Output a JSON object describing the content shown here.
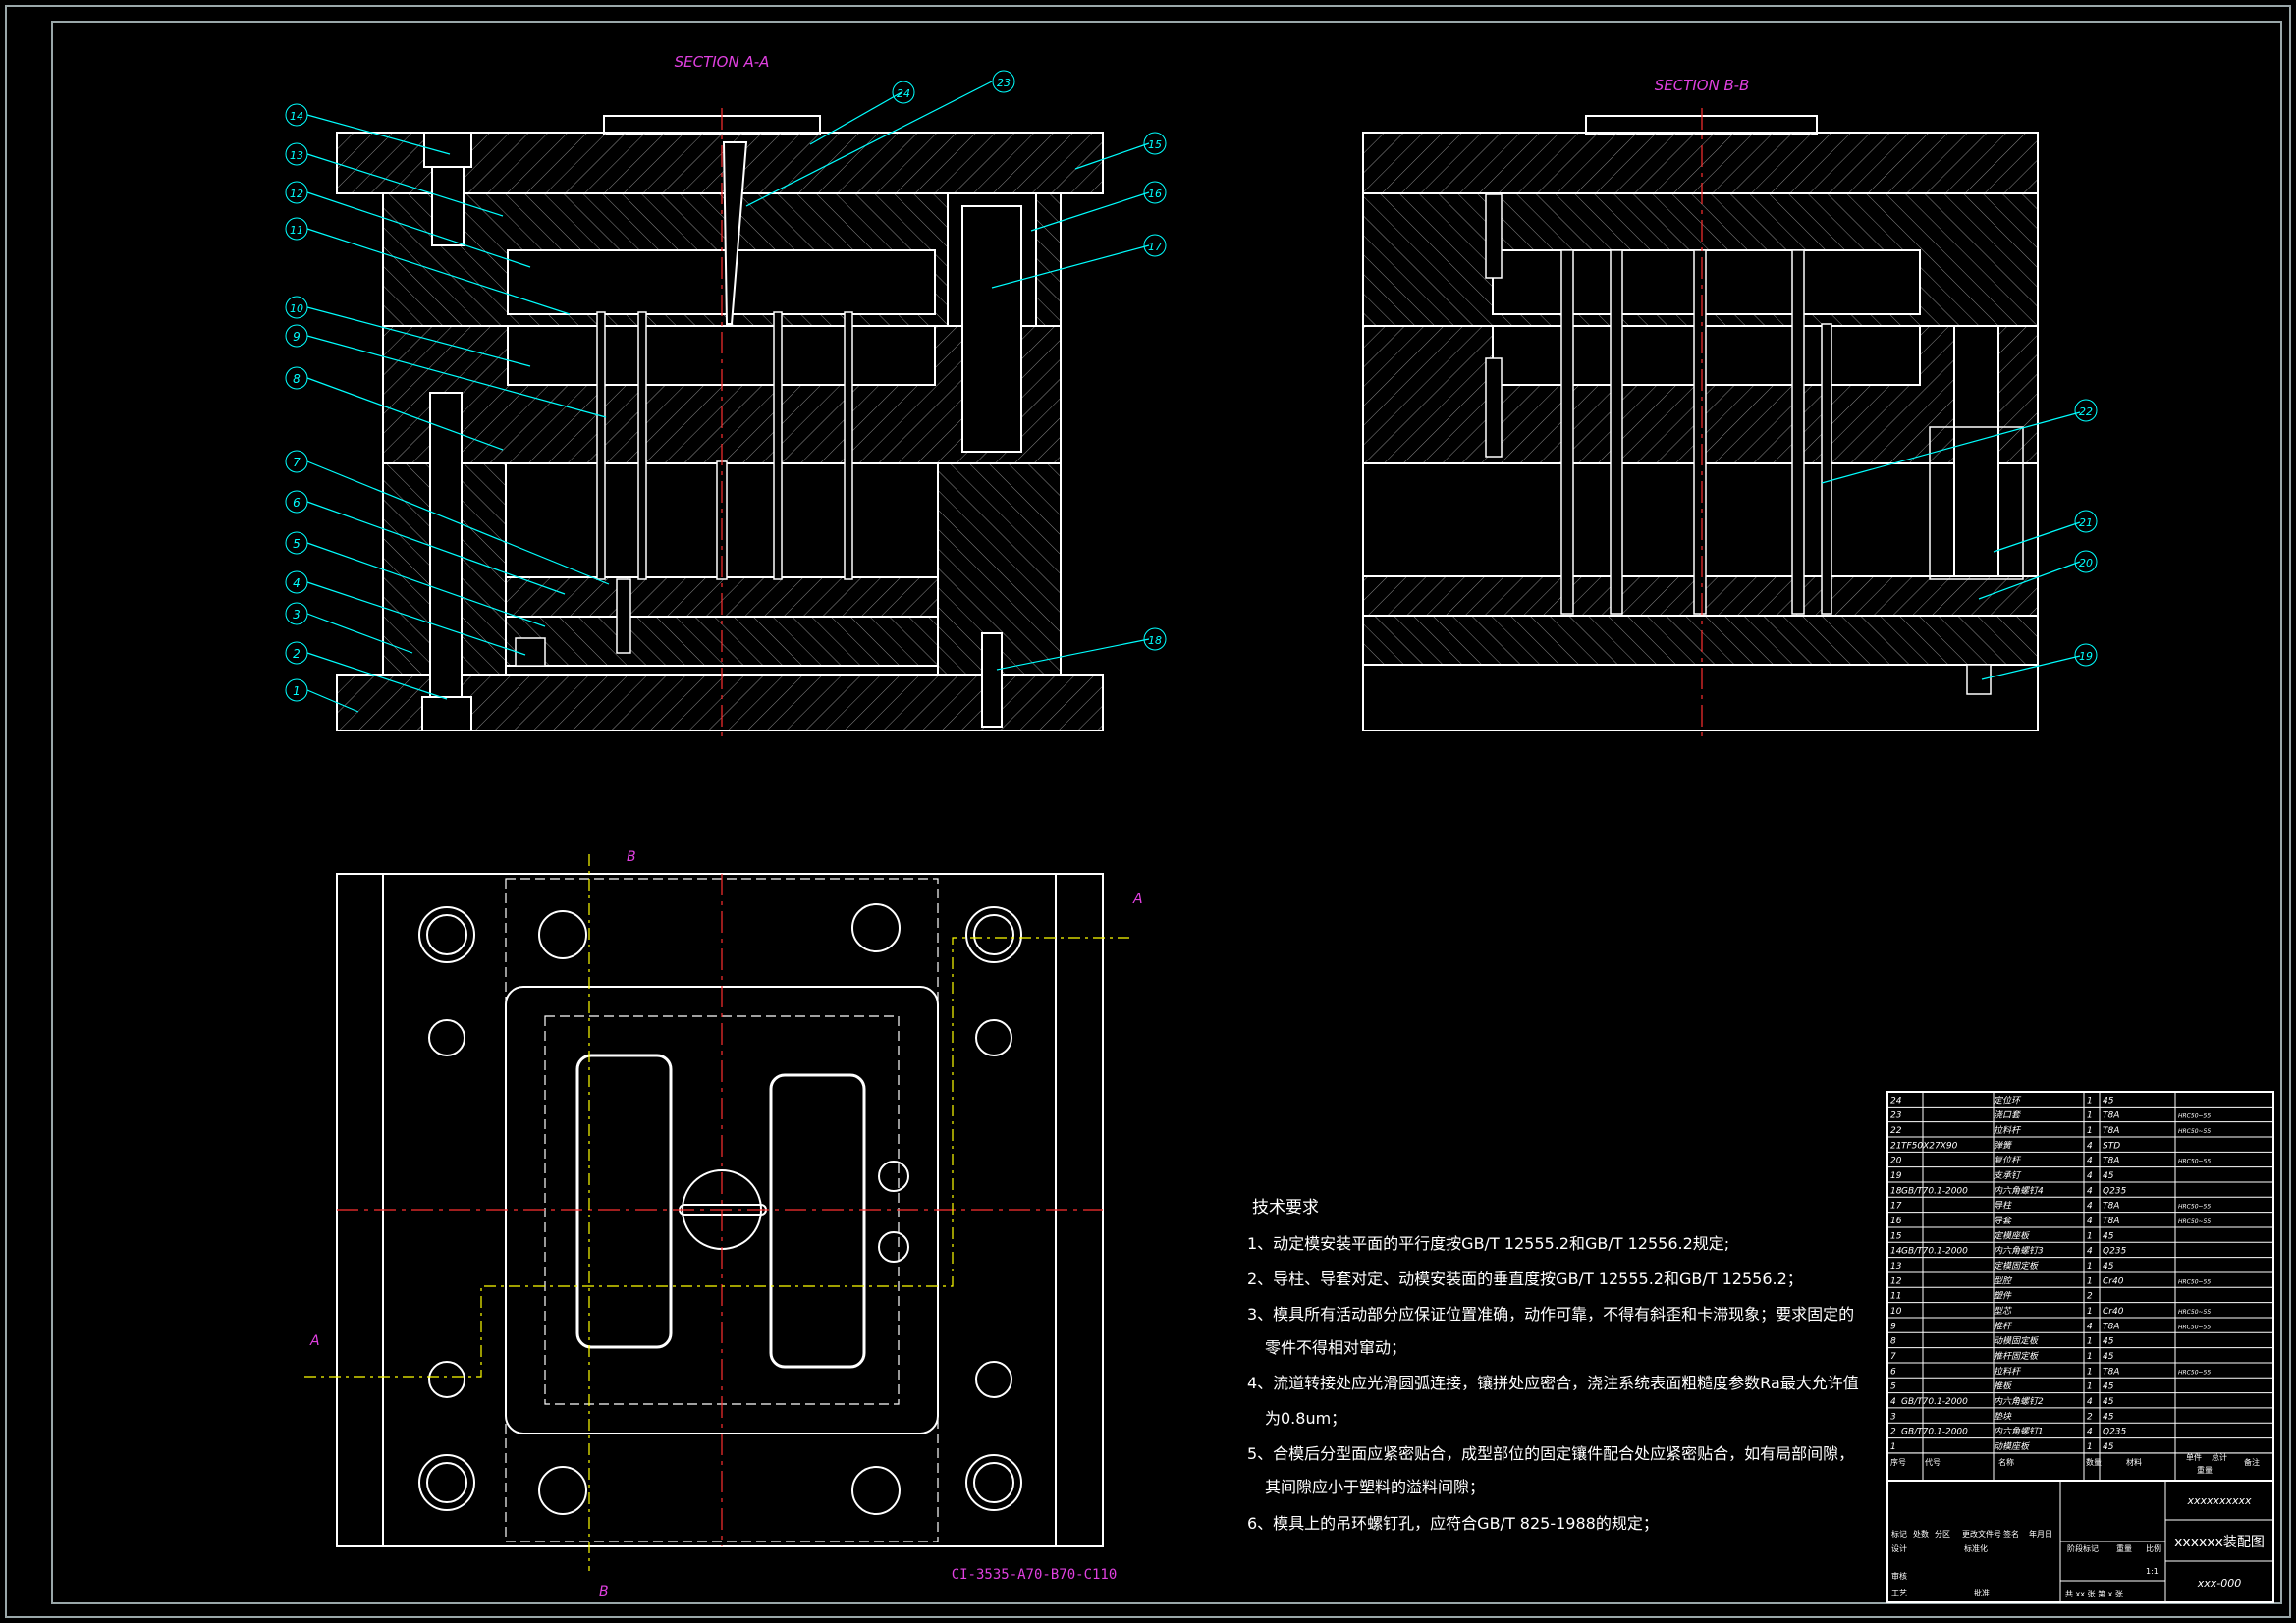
{
  "sections": {
    "a": "SECTION A-A",
    "b": "SECTION B-B"
  },
  "balloons_a": [
    "1",
    "2",
    "3",
    "4",
    "5",
    "6",
    "7",
    "8",
    "9",
    "10",
    "11",
    "12",
    "13",
    "14",
    "15",
    "16",
    "17",
    "18",
    "23",
    "24"
  ],
  "balloons_b": [
    "19",
    "20",
    "21",
    "22"
  ],
  "cut_marks": {
    "a": "A",
    "b": "B"
  },
  "model_code": "CI-3535-A70-B70-C110",
  "tech_notes": {
    "title": "技术要求",
    "lines": [
      "1、动定模安装平面的平行度按GB/T 12555.2和GB/T 12556.2规定;",
      "2、导柱、导套对定、动模安装面的垂直度按GB/T 12555.2和GB/T 12556.2；",
      "3、模具所有活动部分应保证位置准确，动作可靠，不得有斜歪和卡滞现象；要求固定的",
      "零件不得相对窜动；",
      "4、流道转接处应光滑圆弧连接，镶拼处应密合，浇注系统表面粗糙度参数Ra最大允许值",
      "为0.8um；",
      "5、合模后分型面应紧密贴合，成型部位的固定镶件配合处应紧密贴合，如有局部间隙，",
      "其间隙应小于塑料的溢料间隙；",
      "6、模具上的吊环螺钉孔，应符合GB/T 825-1988的规定；"
    ]
  },
  "bom": {
    "rows": [
      {
        "no": "24",
        "std": "",
        "name": "定位环",
        "qty": "1",
        "mat": "45",
        "note": ""
      },
      {
        "no": "23",
        "std": "",
        "name": "浇口套",
        "qty": "1",
        "mat": "T8A",
        "note": "HRC50~55"
      },
      {
        "no": "22",
        "std": "",
        "name": "拉料杆",
        "qty": "1",
        "mat": "T8A",
        "note": "HRC50~55"
      },
      {
        "no": "21",
        "std": "TF50X27X90",
        "name": "弹簧",
        "qty": "4",
        "mat": "STD",
        "note": ""
      },
      {
        "no": "20",
        "std": "",
        "name": "复位杆",
        "qty": "4",
        "mat": "T8A",
        "note": "HRC50~55"
      },
      {
        "no": "19",
        "std": "",
        "name": "支承钉",
        "qty": "4",
        "mat": "45",
        "note": ""
      },
      {
        "no": "18",
        "std": "GB/T70.1-2000",
        "name": "内六角螺钉4",
        "qty": "4",
        "mat": "Q235",
        "note": ""
      },
      {
        "no": "17",
        "std": "",
        "name": "导柱",
        "qty": "4",
        "mat": "T8A",
        "note": "HRC50~55"
      },
      {
        "no": "16",
        "std": "",
        "name": "导套",
        "qty": "4",
        "mat": "T8A",
        "note": "HRC50~55"
      },
      {
        "no": "15",
        "std": "",
        "name": "定模座板",
        "qty": "1",
        "mat": "45",
        "note": ""
      },
      {
        "no": "14",
        "std": "GB/T70.1-2000",
        "name": "内六角螺钉3",
        "qty": "4",
        "mat": "Q235",
        "note": ""
      },
      {
        "no": "13",
        "std": "",
        "name": "定模固定板",
        "qty": "1",
        "mat": "45",
        "note": ""
      },
      {
        "no": "12",
        "std": "",
        "name": "型腔",
        "qty": "1",
        "mat": "Cr40",
        "note": "HRC50~55"
      },
      {
        "no": "11",
        "std": "",
        "name": "塑件",
        "qty": "2",
        "mat": "",
        "note": ""
      },
      {
        "no": "10",
        "std": "",
        "name": "型芯",
        "qty": "1",
        "mat": "Cr40",
        "note": "HRC50~55"
      },
      {
        "no": "9",
        "std": "",
        "name": "推杆",
        "qty": "4",
        "mat": "T8A",
        "note": "HRC50~55"
      },
      {
        "no": "8",
        "std": "",
        "name": "动模固定板",
        "qty": "1",
        "mat": "45",
        "note": ""
      },
      {
        "no": "7",
        "std": "",
        "name": "推杆固定板",
        "qty": "1",
        "mat": "45",
        "note": ""
      },
      {
        "no": "6",
        "std": "",
        "name": "拉料杆",
        "qty": "1",
        "mat": "T8A",
        "note": "HRC50~55"
      },
      {
        "no": "5",
        "std": "",
        "name": "推板",
        "qty": "1",
        "mat": "45",
        "note": ""
      },
      {
        "no": "4",
        "std": "GB/T70.1-2000",
        "name": "内六角螺钉2",
        "qty": "4",
        "mat": "45",
        "note": ""
      },
      {
        "no": "3",
        "std": "",
        "name": "垫块",
        "qty": "2",
        "mat": "45",
        "note": ""
      },
      {
        "no": "2",
        "std": "GB/T70.1-2000",
        "name": "内六角螺钉1",
        "qty": "4",
        "mat": "Q235",
        "note": ""
      },
      {
        "no": "1",
        "std": "",
        "name": "动模座板",
        "qty": "1",
        "mat": "45",
        "note": ""
      }
    ],
    "header": [
      "序号",
      "代号",
      "名称",
      "数量",
      "材料",
      "单件",
      "总计",
      "备注"
    ],
    "mass_label": "重量",
    "title_fields": [
      "标记",
      "处数",
      "分区",
      "更改文件号",
      "签名",
      "年月日"
    ],
    "roles": [
      "设计",
      "审核",
      "工艺",
      "批准"
    ],
    "std_label": "标准化",
    "stage_label": "阶段标记",
    "weight_label": "重量",
    "scale_label": "比例",
    "scale": "1:1",
    "sheets": "共 xx 张  第 x 张",
    "company": "xxxxxxxxxx",
    "drawing_title": "xxxxxx装配图",
    "drawing_no": "xxx-000"
  },
  "colors": {
    "line": "#ffffff",
    "leader": "#00ffff",
    "center": "#ff3030",
    "magenta": "#e040e0",
    "yellow": "#ffff00",
    "green": "#00ff00",
    "border": "#9aa7a9"
  }
}
